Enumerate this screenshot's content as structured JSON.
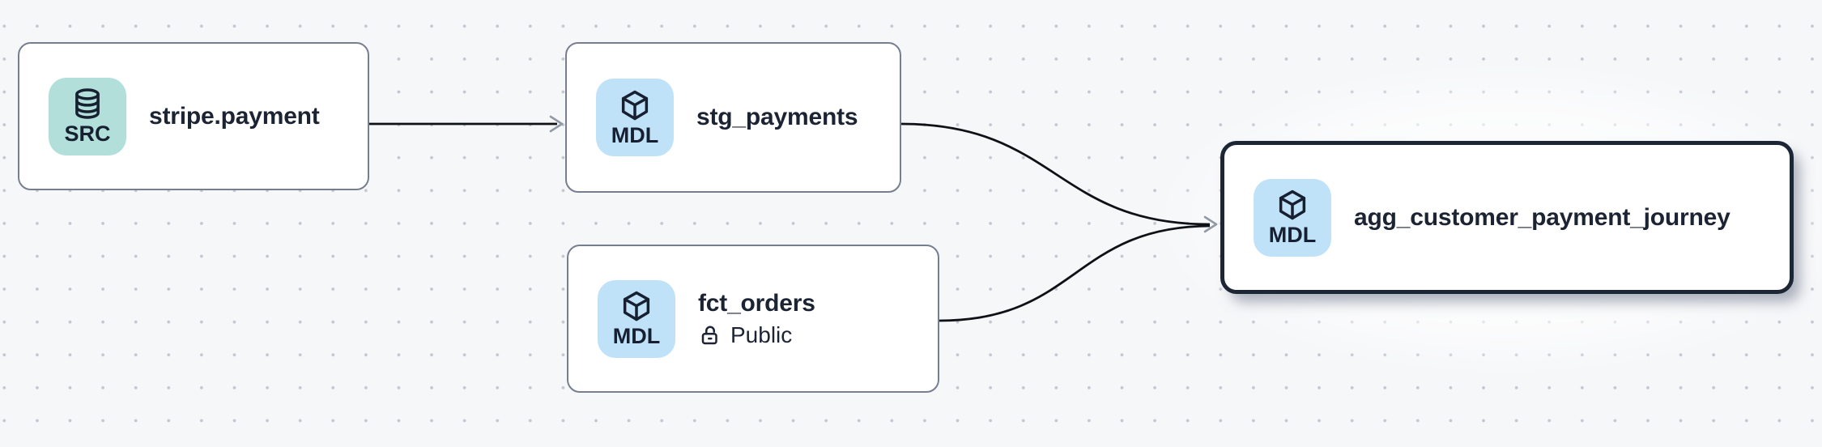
{
  "app": {
    "view": "lineage-graph-canvas"
  },
  "canvas": {
    "background_color": "#f6f7f9",
    "dot_color": "#c2c6d0",
    "edge_color": "#0e1116",
    "arrowhead_color": "#939aa7",
    "node_border_color": "#767e8f",
    "selected_node_border_color": "#1d2634",
    "text_color": "#1c2434"
  },
  "nodes": [
    {
      "title": "stripe.payment",
      "selected": false,
      "type_badge": {
        "label": "SRC",
        "icon": "database-icon",
        "color": "#b2dfda"
      }
    },
    {
      "title": "stg_payments",
      "selected": false,
      "type_badge": {
        "label": "MDL",
        "icon": "cube-icon",
        "color": "#bfe2f9"
      }
    },
    {
      "title": "fct_orders",
      "selected": false,
      "access": {
        "label": "Public",
        "icon": "lock-open-icon"
      },
      "type_badge": {
        "label": "MDL",
        "icon": "cube-icon",
        "color": "#bfe2f9"
      }
    },
    {
      "title": "agg_customer_payment_journey",
      "selected": true,
      "type_badge": {
        "label": "MDL",
        "icon": "cube-icon",
        "color": "#bfe2f9"
      }
    }
  ],
  "edges": [
    {
      "from": "stripe.payment",
      "to": "stg_payments"
    },
    {
      "from": "stg_payments",
      "to": "agg_customer_payment_journey"
    },
    {
      "from": "fct_orders",
      "to": "agg_customer_payment_journey"
    }
  ]
}
